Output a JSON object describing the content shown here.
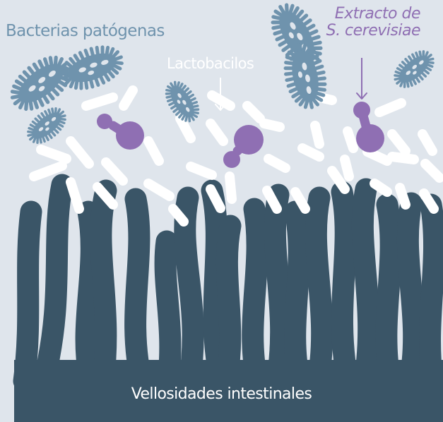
{
  "labels": {
    "pathogens": "Bacterias patógenas",
    "lactobacilli": "Lactobacilos",
    "extract_line1": "Extracto de",
    "extract_line2": "S. cerevisiae",
    "villi": "Vellosidades intestinales"
  },
  "colors": {
    "background": "#dfe5ec",
    "pathogen": "#6f93ad",
    "pathogen_label": "#6f93ad",
    "lactobacilli": "#ffffff",
    "lactobacilli_label": "#ffffff",
    "yeast": "#8f6fb3",
    "yeast_label": "#8f6fb3",
    "villi": "#3a5567",
    "villi_label": "#ffffff"
  },
  "icons": {
    "pathogen": "spiky-bacterium-icon",
    "lactobacilli": "rod-bacterium-icon",
    "yeast": "budding-yeast-icon",
    "arrow": "down-arrow-icon"
  }
}
